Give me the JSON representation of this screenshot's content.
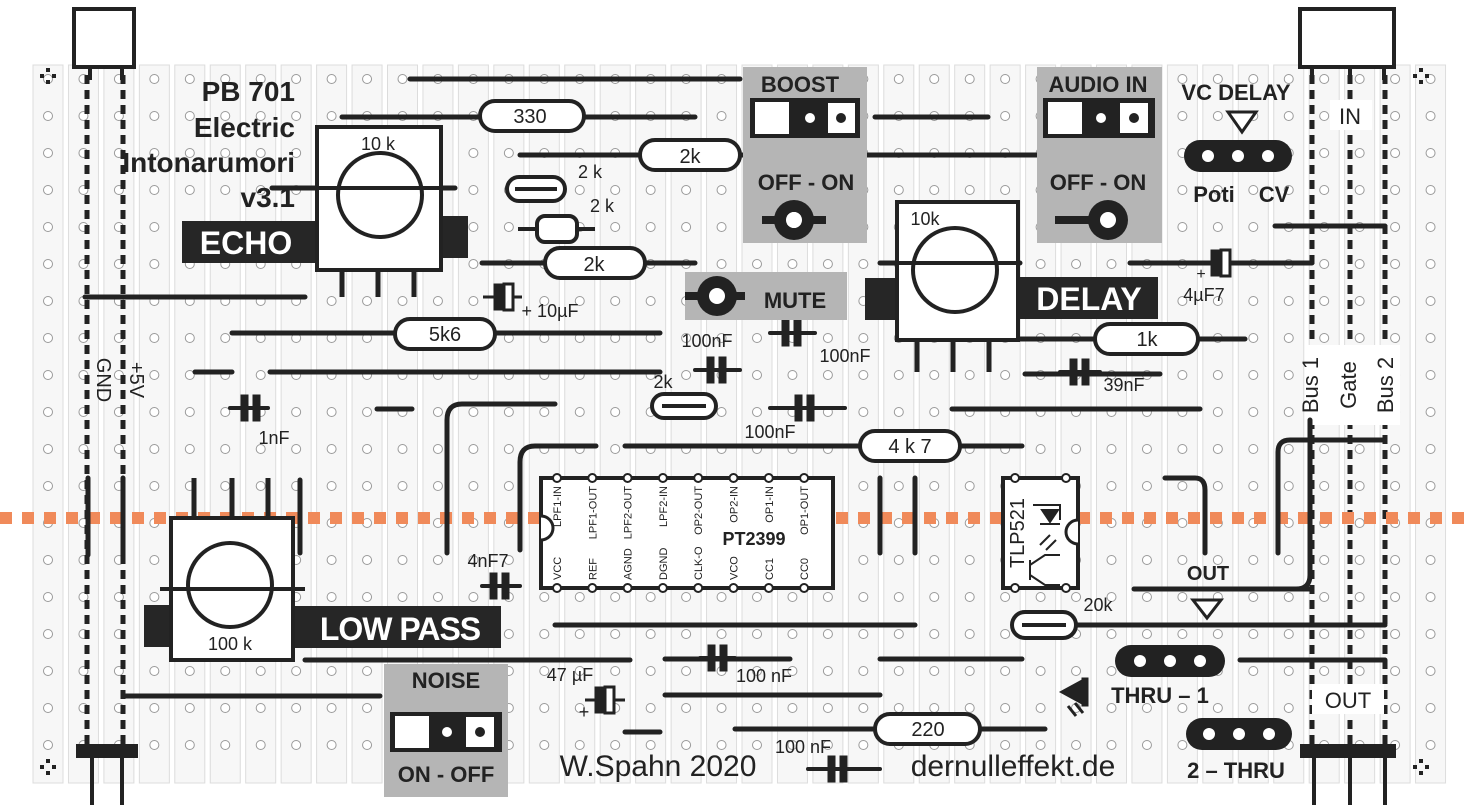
{
  "title": {
    "line1": "PB 701",
    "line2": "Electric",
    "line3": "Intonarumori",
    "line4": "v3.1"
  },
  "knobs": {
    "echo": {
      "value": "10 k",
      "label": "ECHO"
    },
    "delay": {
      "value": "10k",
      "label": "DELAY"
    },
    "lowpass": {
      "value": "100 k",
      "label": "LOW PASS"
    }
  },
  "switches": {
    "boost": {
      "title": "BOOST",
      "states": "OFF - ON"
    },
    "audio_in": {
      "title": "AUDIO IN",
      "states": "OFF - ON"
    },
    "mute": {
      "label": "MUTE"
    },
    "noise": {
      "title": "NOISE",
      "states": "ON - OFF"
    }
  },
  "vc_delay": {
    "title": "VC DELAY",
    "poti": "Poti",
    "cv": "CV"
  },
  "components": {
    "r330": "330",
    "r2k_top": "2k",
    "r2k_a": "2 k",
    "r2k_b": "2 k",
    "r2k_mid": "2k",
    "c10uf": "+ 10µF",
    "r5k6": "5k6",
    "c100nf_a": "100nF",
    "c100nf_b": "100nF",
    "r2k_small": "2k",
    "c1nf": "1nF",
    "c100nf_c": "100nF",
    "r4k7": "4 k 7",
    "r1k": "1k",
    "c39nf": "39nF",
    "c4uf7_plus": "+",
    "c4uf7": "4µF7",
    "c4nf7": "4nF7",
    "r20k": "20k",
    "c47uf": "47 µF",
    "c47uf_plus": "+",
    "c100nf_d": "100 nF",
    "r220": "220",
    "c100nf_e": "100 nF"
  },
  "chip": {
    "name": "PT2399",
    "top_pins": [
      "LPF1-IN",
      "LPF1-OUT",
      "LPF2-OUT",
      "LPF2-IN",
      "OP2-OUT",
      "OP2-IN",
      "OP1-IN",
      "OP1-OUT"
    ],
    "bottom_pins": [
      "VCC",
      "REF",
      "AGND",
      "DGND",
      "CLK-O",
      "VCO",
      "CC1",
      "CC0"
    ]
  },
  "optocoupler": "TLP521",
  "rails": {
    "left_gnd": "GND",
    "left_5v": "+5V",
    "right_bus1": "Bus 1",
    "right_gate": "Gate",
    "right_bus2": "Bus 2",
    "right_in": "IN",
    "right_out": "OUT"
  },
  "outputs": {
    "out": "OUT",
    "thru1": "THRU – 1",
    "thru2": "2 – THRU"
  },
  "footer": {
    "author": "W.Spahn  2020",
    "site": "dernulleffekt.de"
  },
  "colors": {
    "cut_line": "#f08a5a",
    "switch_panel": "#b5b5b5",
    "label_block": "#262626",
    "trace": "#222222"
  }
}
